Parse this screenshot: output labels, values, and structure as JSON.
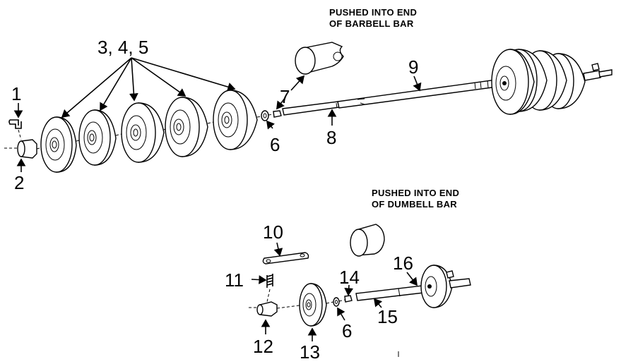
{
  "labels": {
    "p1": "1",
    "p2": "2",
    "p345": "3, 4, 5",
    "p6a": "6",
    "p7": "7",
    "p8": "8",
    "p9": "9",
    "p10": "10",
    "p11": "11",
    "p12": "12",
    "p13": "13",
    "p6b": "6",
    "p14": "14",
    "p15": "15",
    "p16": "16"
  },
  "notes": {
    "barbell_line1": "PUSHED INTO END",
    "barbell_line2": "OF BARBELL BAR",
    "dumbell_line1": "PUSHED INTO END",
    "dumbell_line2": "OF DUMBELL BAR"
  },
  "colors": {
    "ink": "#000000",
    "paper": "#ffffff"
  }
}
